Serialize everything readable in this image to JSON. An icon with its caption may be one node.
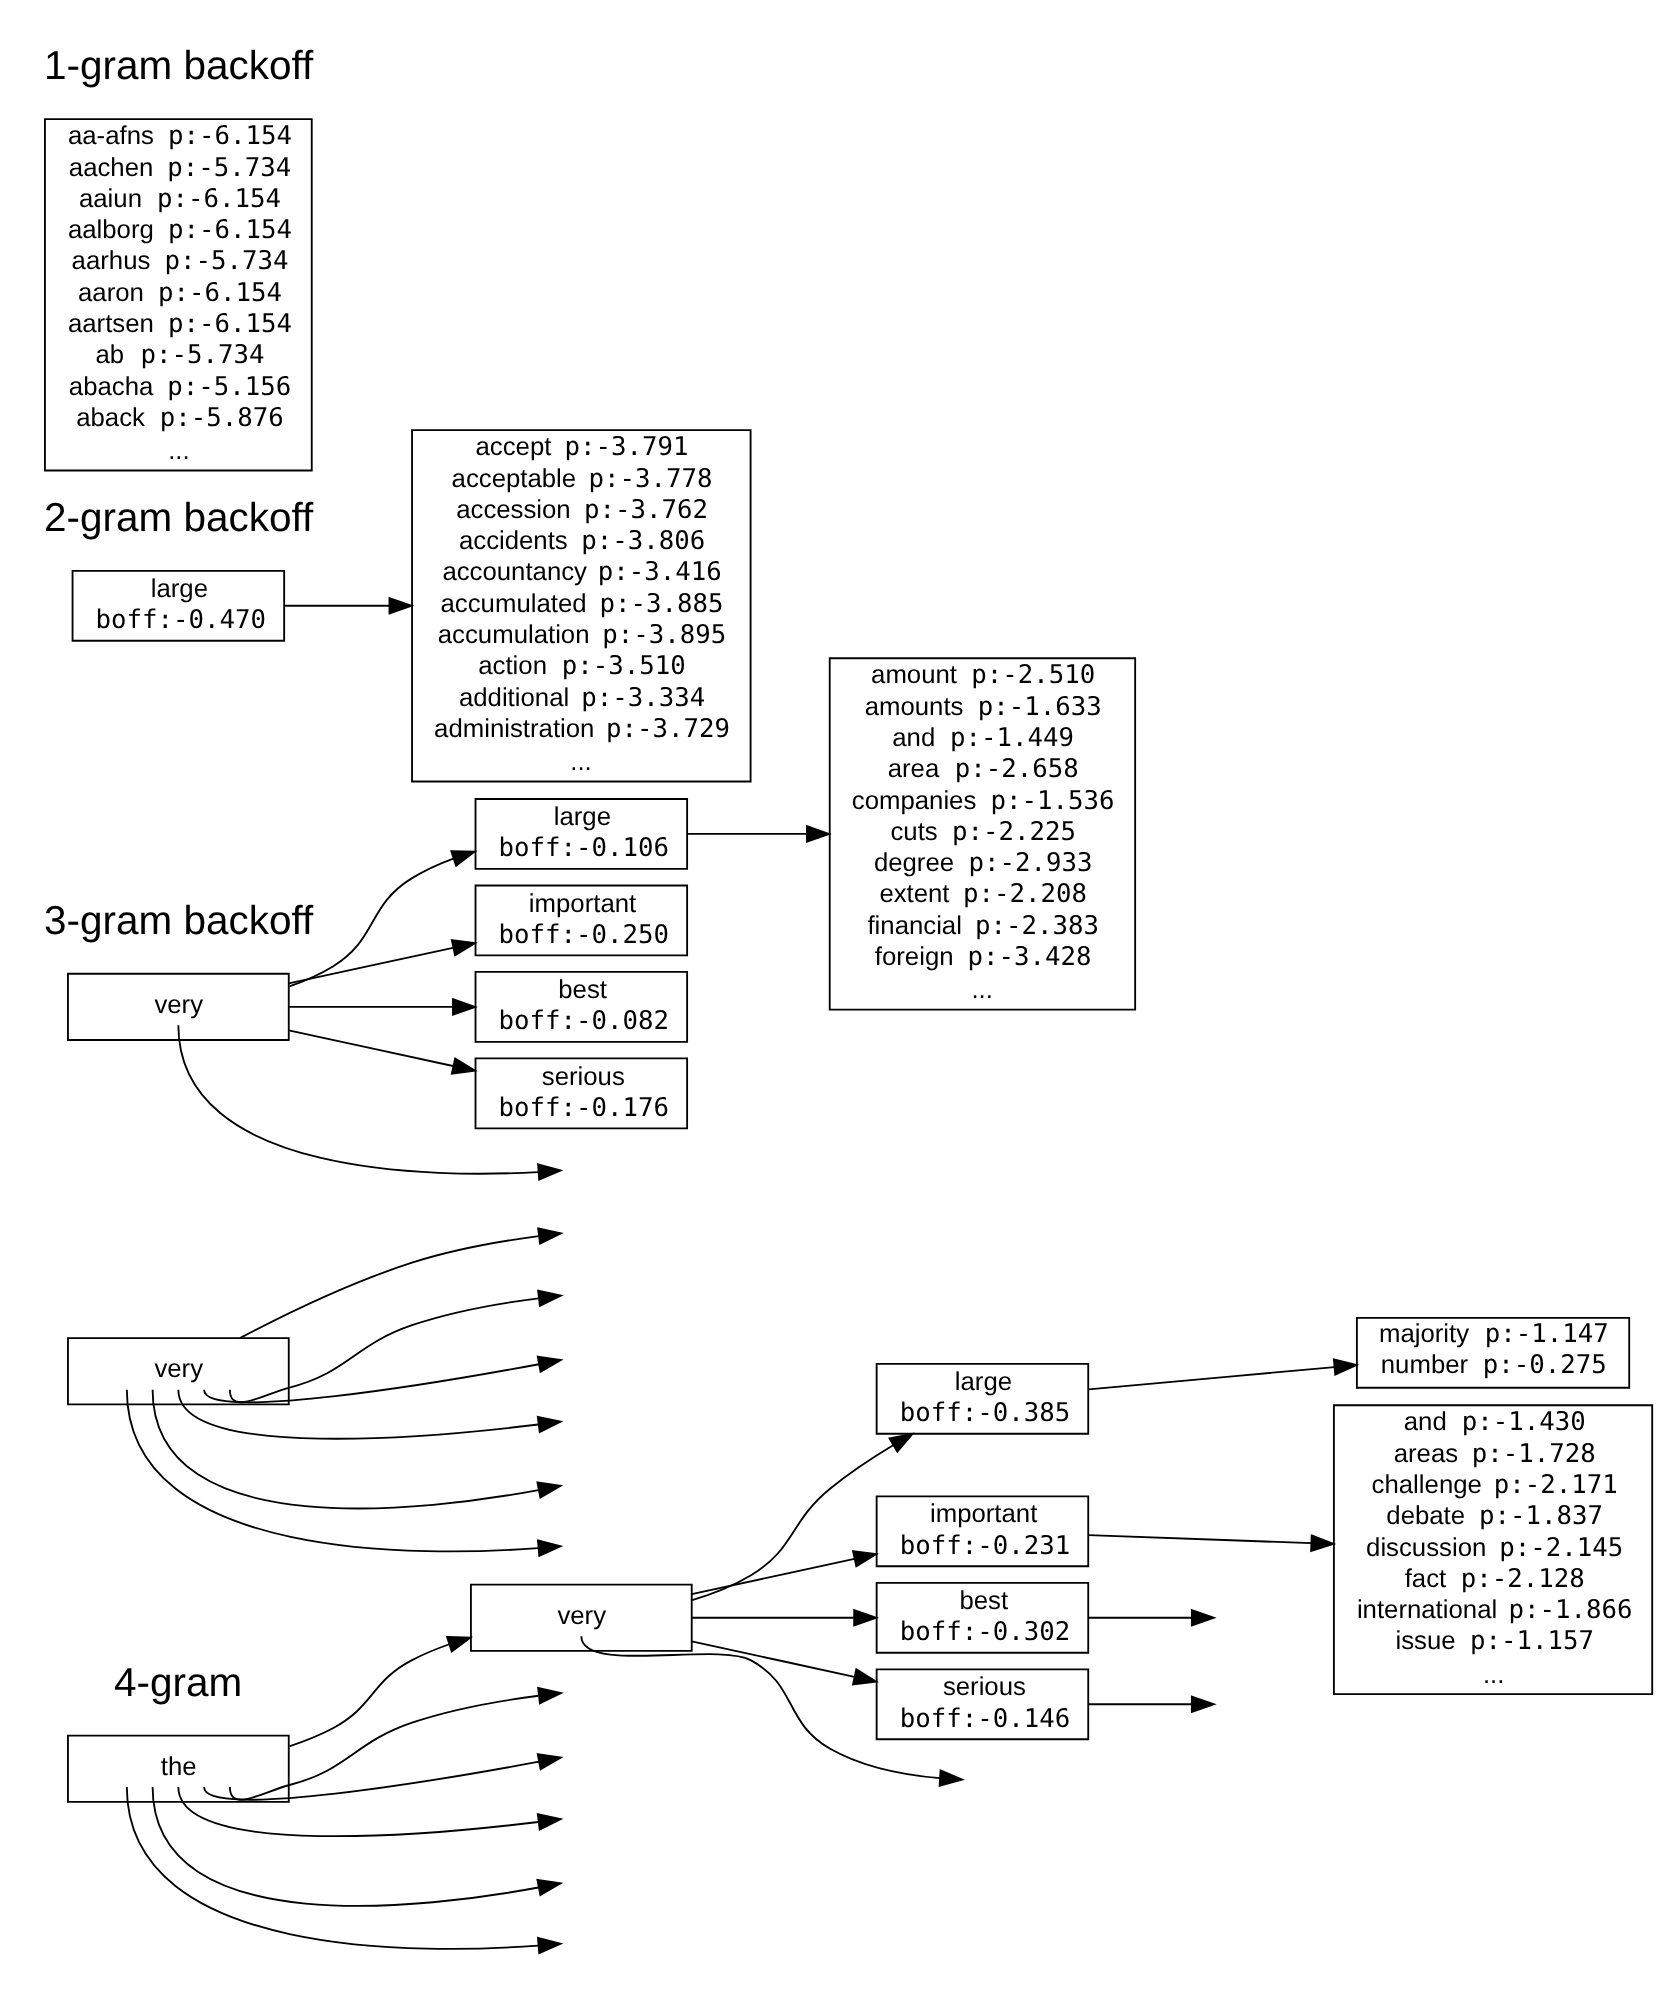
{
  "diagram": {
    "nodes": [
      {
        "text": [
          "the"
        ]
      },
      {
        "text": [
          "very"
        ]
      },
      {
        "text": [
          "very"
        ]
      },
      {
        "text": [
          "large",
          "boff:-0.385"
        ]
      },
      {
        "text": [
          "important",
          "boff:-0.231"
        ]
      },
      {
        "text": [
          "best",
          "boff:-0.302"
        ]
      },
      {
        "text": [
          "serious",
          "boff:-0.146"
        ]
      },
      {
        "text": [
          "majority p:-1.147",
          "number p:-0.275"
        ]
      },
      {
        "text": [
          "and p:-1.430",
          "areas p:-1.728",
          "challenge p:-2.171",
          "debate p:-1.837",
          "discussion p:-2.145",
          "fact p:-2.128",
          "international p:-1.866",
          "issue p:-1.157",
          "..."
        ]
      },
      {
        "text": [
          "very"
        ]
      },
      {
        "text": [
          "large",
          "boff:-0.106"
        ]
      },
      {
        "text": [
          "important",
          "boff:-0.250"
        ]
      },
      {
        "text": [
          "best",
          "boff:-0.082"
        ]
      },
      {
        "text": [
          "serious",
          "boff:-0.176"
        ]
      },
      {
        "text": [
          "amount p:-2.510",
          "amounts p:-1.633",
          "and p:-1.449",
          "area p:-2.658",
          "companies p:-1.536",
          "cuts p:-2.225",
          "degree p:-2.933",
          "extent p:-2.208",
          "financial p:-2.383",
          "foreign p:-3.428",
          "..."
        ]
      },
      {
        "text": [
          "large",
          "boff:-0.470"
        ]
      },
      {
        "text": [
          "accept p:-3.791",
          "acceptable p:-3.778",
          "accession p:-3.762",
          "accidents p:-3.806",
          "accountancy p:-3.416",
          "accumulated p:-3.885",
          "accumulation p:-3.895",
          "action p:-3.510",
          "additional p:-3.334",
          "administration p:-3.729",
          "..."
        ]
      },
      {
        "text": [
          "aa-afns p:-6.154",
          "aachen p:-5.734",
          "aaiun p:-6.154",
          "aalborg p:-6.154",
          "aarhus p:-5.734",
          "aaron p:-6.154",
          "aartsen p:-6.154",
          "ab p:-5.734",
          "abacha p:-5.156",
          "aback p:-5.876",
          "..."
        ]
      }
    ],
    "edges": [
      {
        "from": 0,
        "to": 1,
        "arrow": "to"
      },
      {
        "from": 0,
        "to": null,
        "arrow": "to"
      },
      {
        "from": 0,
        "to": null,
        "arrow": "to"
      },
      {
        "from": 0,
        "to": null,
        "arrow": "to"
      },
      {
        "from": 0,
        "to": null,
        "arrow": "to"
      },
      {
        "from": 0,
        "to": null,
        "arrow": "to"
      },
      {
        "from": 1,
        "to": 3,
        "arrow": "to"
      },
      {
        "from": 1,
        "to": 4,
        "arrow": "to"
      },
      {
        "from": 1,
        "to": 5,
        "arrow": "to"
      },
      {
        "from": 1,
        "to": 6,
        "arrow": "to"
      },
      {
        "from": 1,
        "to": null,
        "arrow": "to"
      },
      {
        "from": 3,
        "to": 7,
        "arrow": "to"
      },
      {
        "from": 4,
        "to": 8,
        "arrow": "to"
      },
      {
        "from": 5,
        "to": null,
        "arrow": "to"
      },
      {
        "from": 6,
        "to": null,
        "arrow": "to"
      },
      {
        "from": 2,
        "to": null,
        "arrow": "to"
      },
      {
        "from": 2,
        "to": null,
        "arrow": "to"
      },
      {
        "from": 2,
        "to": null,
        "arrow": "to"
      },
      {
        "from": 2,
        "to": null,
        "arrow": "to"
      },
      {
        "from": 2,
        "to": null,
        "arrow": "to"
      },
      {
        "from": 2,
        "to": null,
        "arrow": "to"
      },
      {
        "from": 9,
        "to": 10,
        "arrow": "to"
      },
      {
        "from": 9,
        "to": 11,
        "arrow": "to"
      },
      {
        "from": 9,
        "to": 12,
        "arrow": "to"
      },
      {
        "from": 9,
        "to": 13,
        "arrow": "to"
      },
      {
        "from": 9,
        "to": null,
        "arrow": "to"
      },
      {
        "from": 10,
        "to": 14,
        "arrow": "to"
      },
      {
        "from": 15,
        "to": 16,
        "arrow": "to"
      }
    ],
    "labels": [
      "4-gram",
      "3-gram backoff",
      "2-gram backoff",
      "1-gram backoff"
    ]
  }
}
